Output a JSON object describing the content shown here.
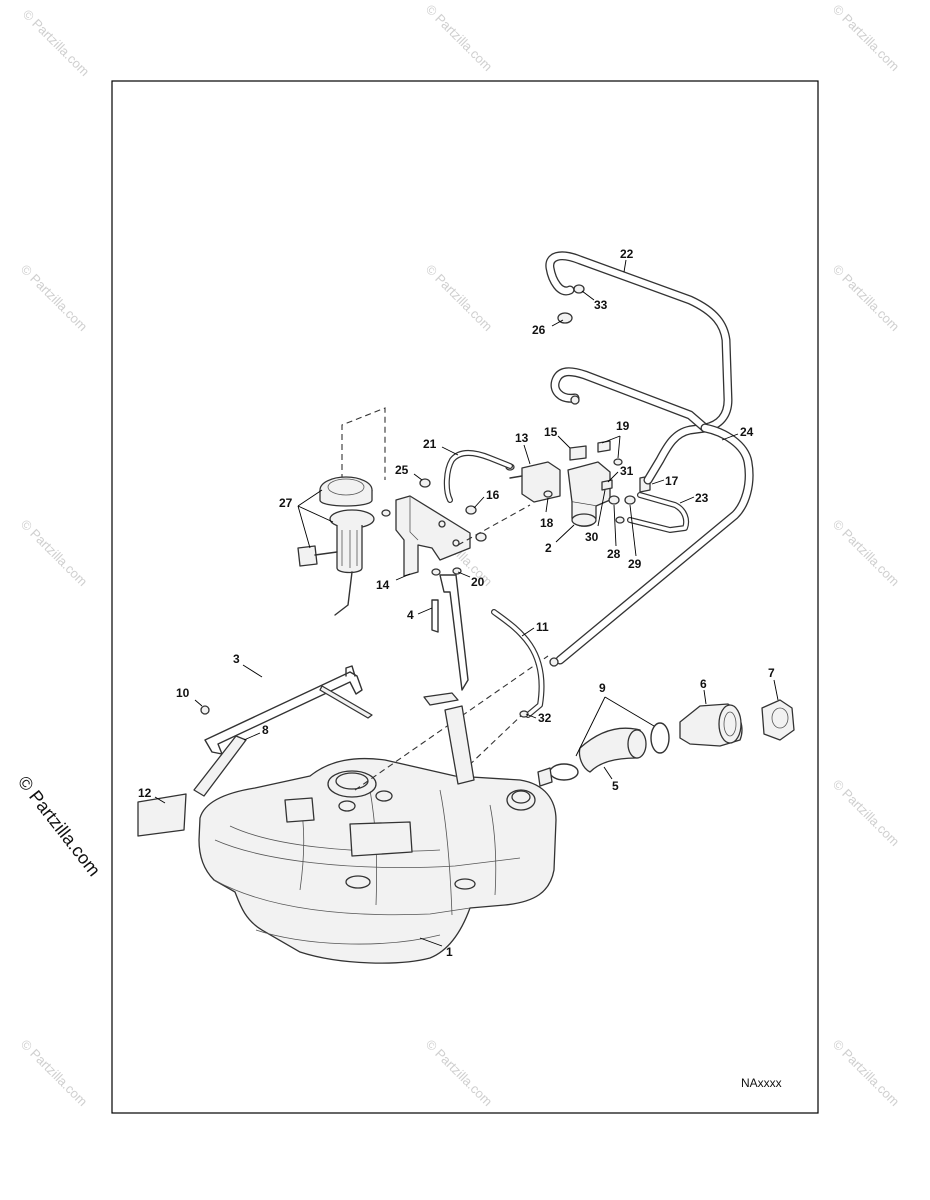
{
  "diagram": {
    "reference_code": "NAxxxx",
    "copyright": "© Partzilla.com",
    "watermark": "© Partzilla.com",
    "callouts": [
      "1",
      "2",
      "3",
      "4",
      "5",
      "6",
      "7",
      "8",
      "9",
      "10",
      "11",
      "12",
      "13",
      "14",
      "15",
      "16",
      "17",
      "18",
      "19",
      "20",
      "21",
      "22",
      "23",
      "24",
      "25",
      "26",
      "27",
      "28",
      "29",
      "30",
      "31",
      "32",
      "33"
    ]
  }
}
